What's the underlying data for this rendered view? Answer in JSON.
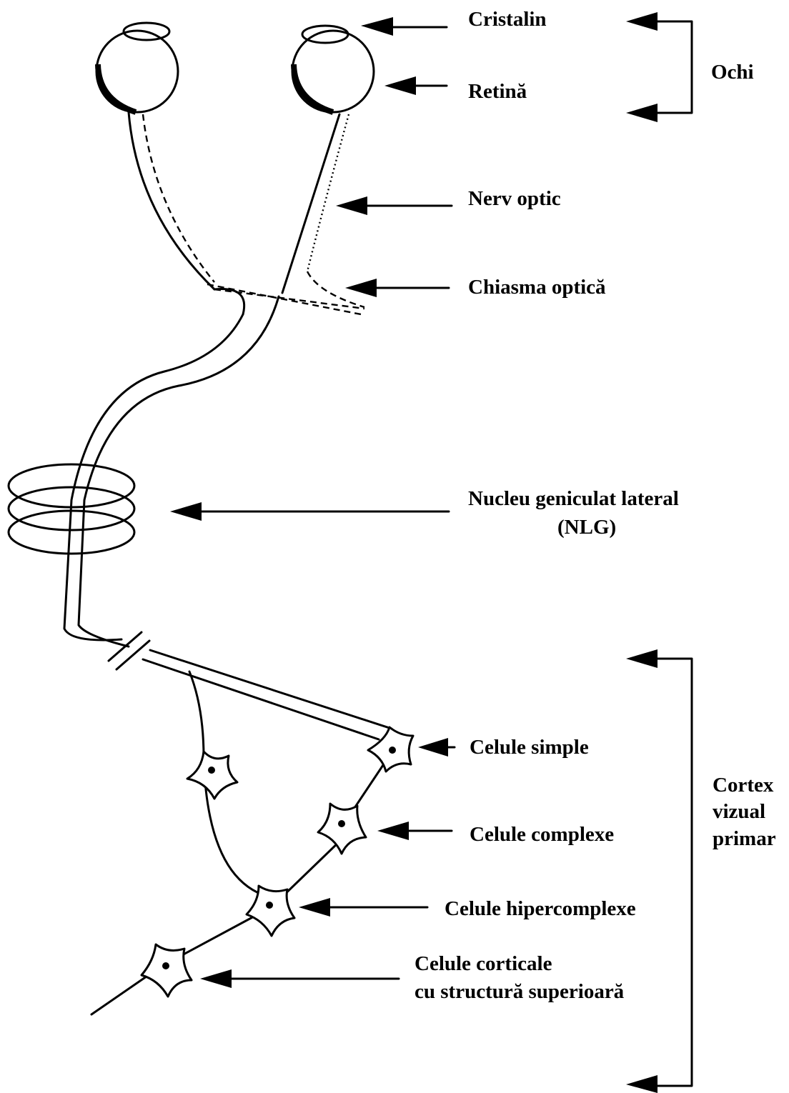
{
  "labels": {
    "cristalin": "Cristalin",
    "retina": "Retină",
    "ochi": "Ochi",
    "nerv_optic": "Nerv optic",
    "chiasma_optica": "Chiasma optică",
    "nlg_line1": "Nucleu geniculat lateral",
    "nlg_line2": "(NLG)",
    "celule_simple": "Celule simple",
    "celule_complexe": "Celule complexe",
    "celule_hipercomplexe": "Celule hipercomplexe",
    "celule_corticale_line1": "Celule corticale",
    "celule_corticale_line2": "cu structură superioară",
    "cortex_line1": "Cortex",
    "cortex_line2": "vizual",
    "cortex_line3": "primar"
  },
  "colors": {
    "ink": "#000000",
    "paper": "#ffffff"
  }
}
